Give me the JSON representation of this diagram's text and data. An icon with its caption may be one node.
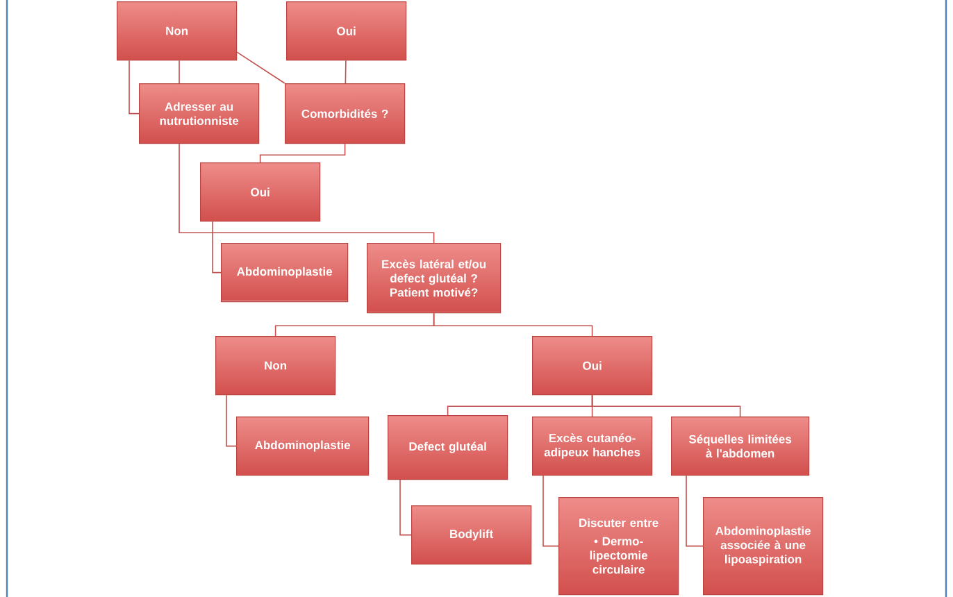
{
  "diagram": {
    "nodes": [
      {
        "text": [
          "Non"
        ]
      },
      {
        "text": [
          "Oui"
        ]
      },
      {
        "text": [
          "Adresser au nutrutionniste"
        ]
      },
      {
        "text": [
          "Comorbidités ?"
        ]
      },
      {
        "text": [
          "Oui"
        ]
      },
      {
        "text": [
          "Abdominoplastie"
        ]
      },
      {
        "text": [
          "Excès latéral et/ou defect glutéal ? Patient motivé?"
        ]
      },
      {
        "text": [
          "Non"
        ]
      },
      {
        "text": [
          "Oui"
        ]
      },
      {
        "text": [
          "Abdominoplastie"
        ]
      },
      {
        "text": [
          "Defect glutéal"
        ]
      },
      {
        "text": [
          "Excès cutanéo-adipeux hanches"
        ]
      },
      {
        "text": [
          "Séquelles limitées à l'abdomen"
        ]
      },
      {
        "text": [
          "Bodylift"
        ]
      },
      {
        "text": [
          "Discuter entre",
          "• Dermo-lipectomie circulaire"
        ]
      },
      {
        "text": [
          "Abdominoplastie associée à une lipoaspiration"
        ]
      }
    ],
    "edges": [
      {
        "from": 0,
        "to": 2,
        "arrow": "none"
      },
      {
        "from": 0,
        "to": 2,
        "arrow": "none"
      },
      {
        "from": 0,
        "to": 3,
        "arrow": "none"
      },
      {
        "from": 1,
        "to": 3,
        "arrow": "none"
      },
      {
        "from": 3,
        "to": 4,
        "arrow": "none"
      },
      {
        "from": 2,
        "to": 6,
        "arrow": "none"
      },
      {
        "from": 4,
        "to": 5,
        "arrow": "none"
      },
      {
        "from": 6,
        "to": 7,
        "arrow": "none"
      },
      {
        "from": 6,
        "to": 8,
        "arrow": "none"
      },
      {
        "from": 7,
        "to": 9,
        "arrow": "none"
      },
      {
        "from": 8,
        "to": 10,
        "arrow": "none"
      },
      {
        "from": 8,
        "to": 11,
        "arrow": "none"
      },
      {
        "from": 8,
        "to": 12,
        "arrow": "none"
      },
      {
        "from": 10,
        "to": 13,
        "arrow": "none"
      },
      {
        "from": 11,
        "to": 14,
        "arrow": "none"
      },
      {
        "from": 12,
        "to": 15,
        "arrow": "none"
      }
    ]
  }
}
